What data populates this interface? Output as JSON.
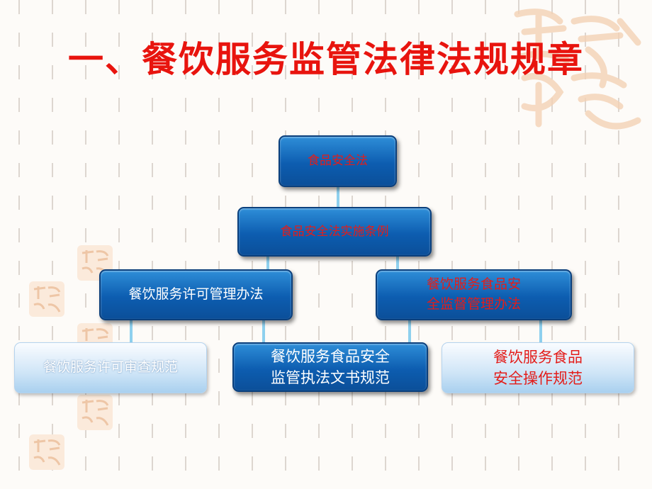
{
  "title": "一、餐饮服务监管法律法规规章",
  "colors": {
    "title": "#e8140e",
    "box_blue": "#0d5db0",
    "box_light": "#cfe5f7",
    "text_red": "#e31d1a",
    "text_white": "#ffffff",
    "connector": "#8ed0ee"
  },
  "diagram": {
    "law": "食品安全法",
    "regulation": "食品安全法实施条例",
    "permit_measures": "餐饮服务许可管理办法",
    "supervision_measures": "餐饮服务食品安\n全监督管理办法",
    "permit_review_spec": "餐饮服务许可审查规范",
    "enforcement_docs_spec": "餐饮服务食品安全\n监管执法文书规范",
    "operation_spec": "餐饮服务食品\n安全操作规范"
  }
}
